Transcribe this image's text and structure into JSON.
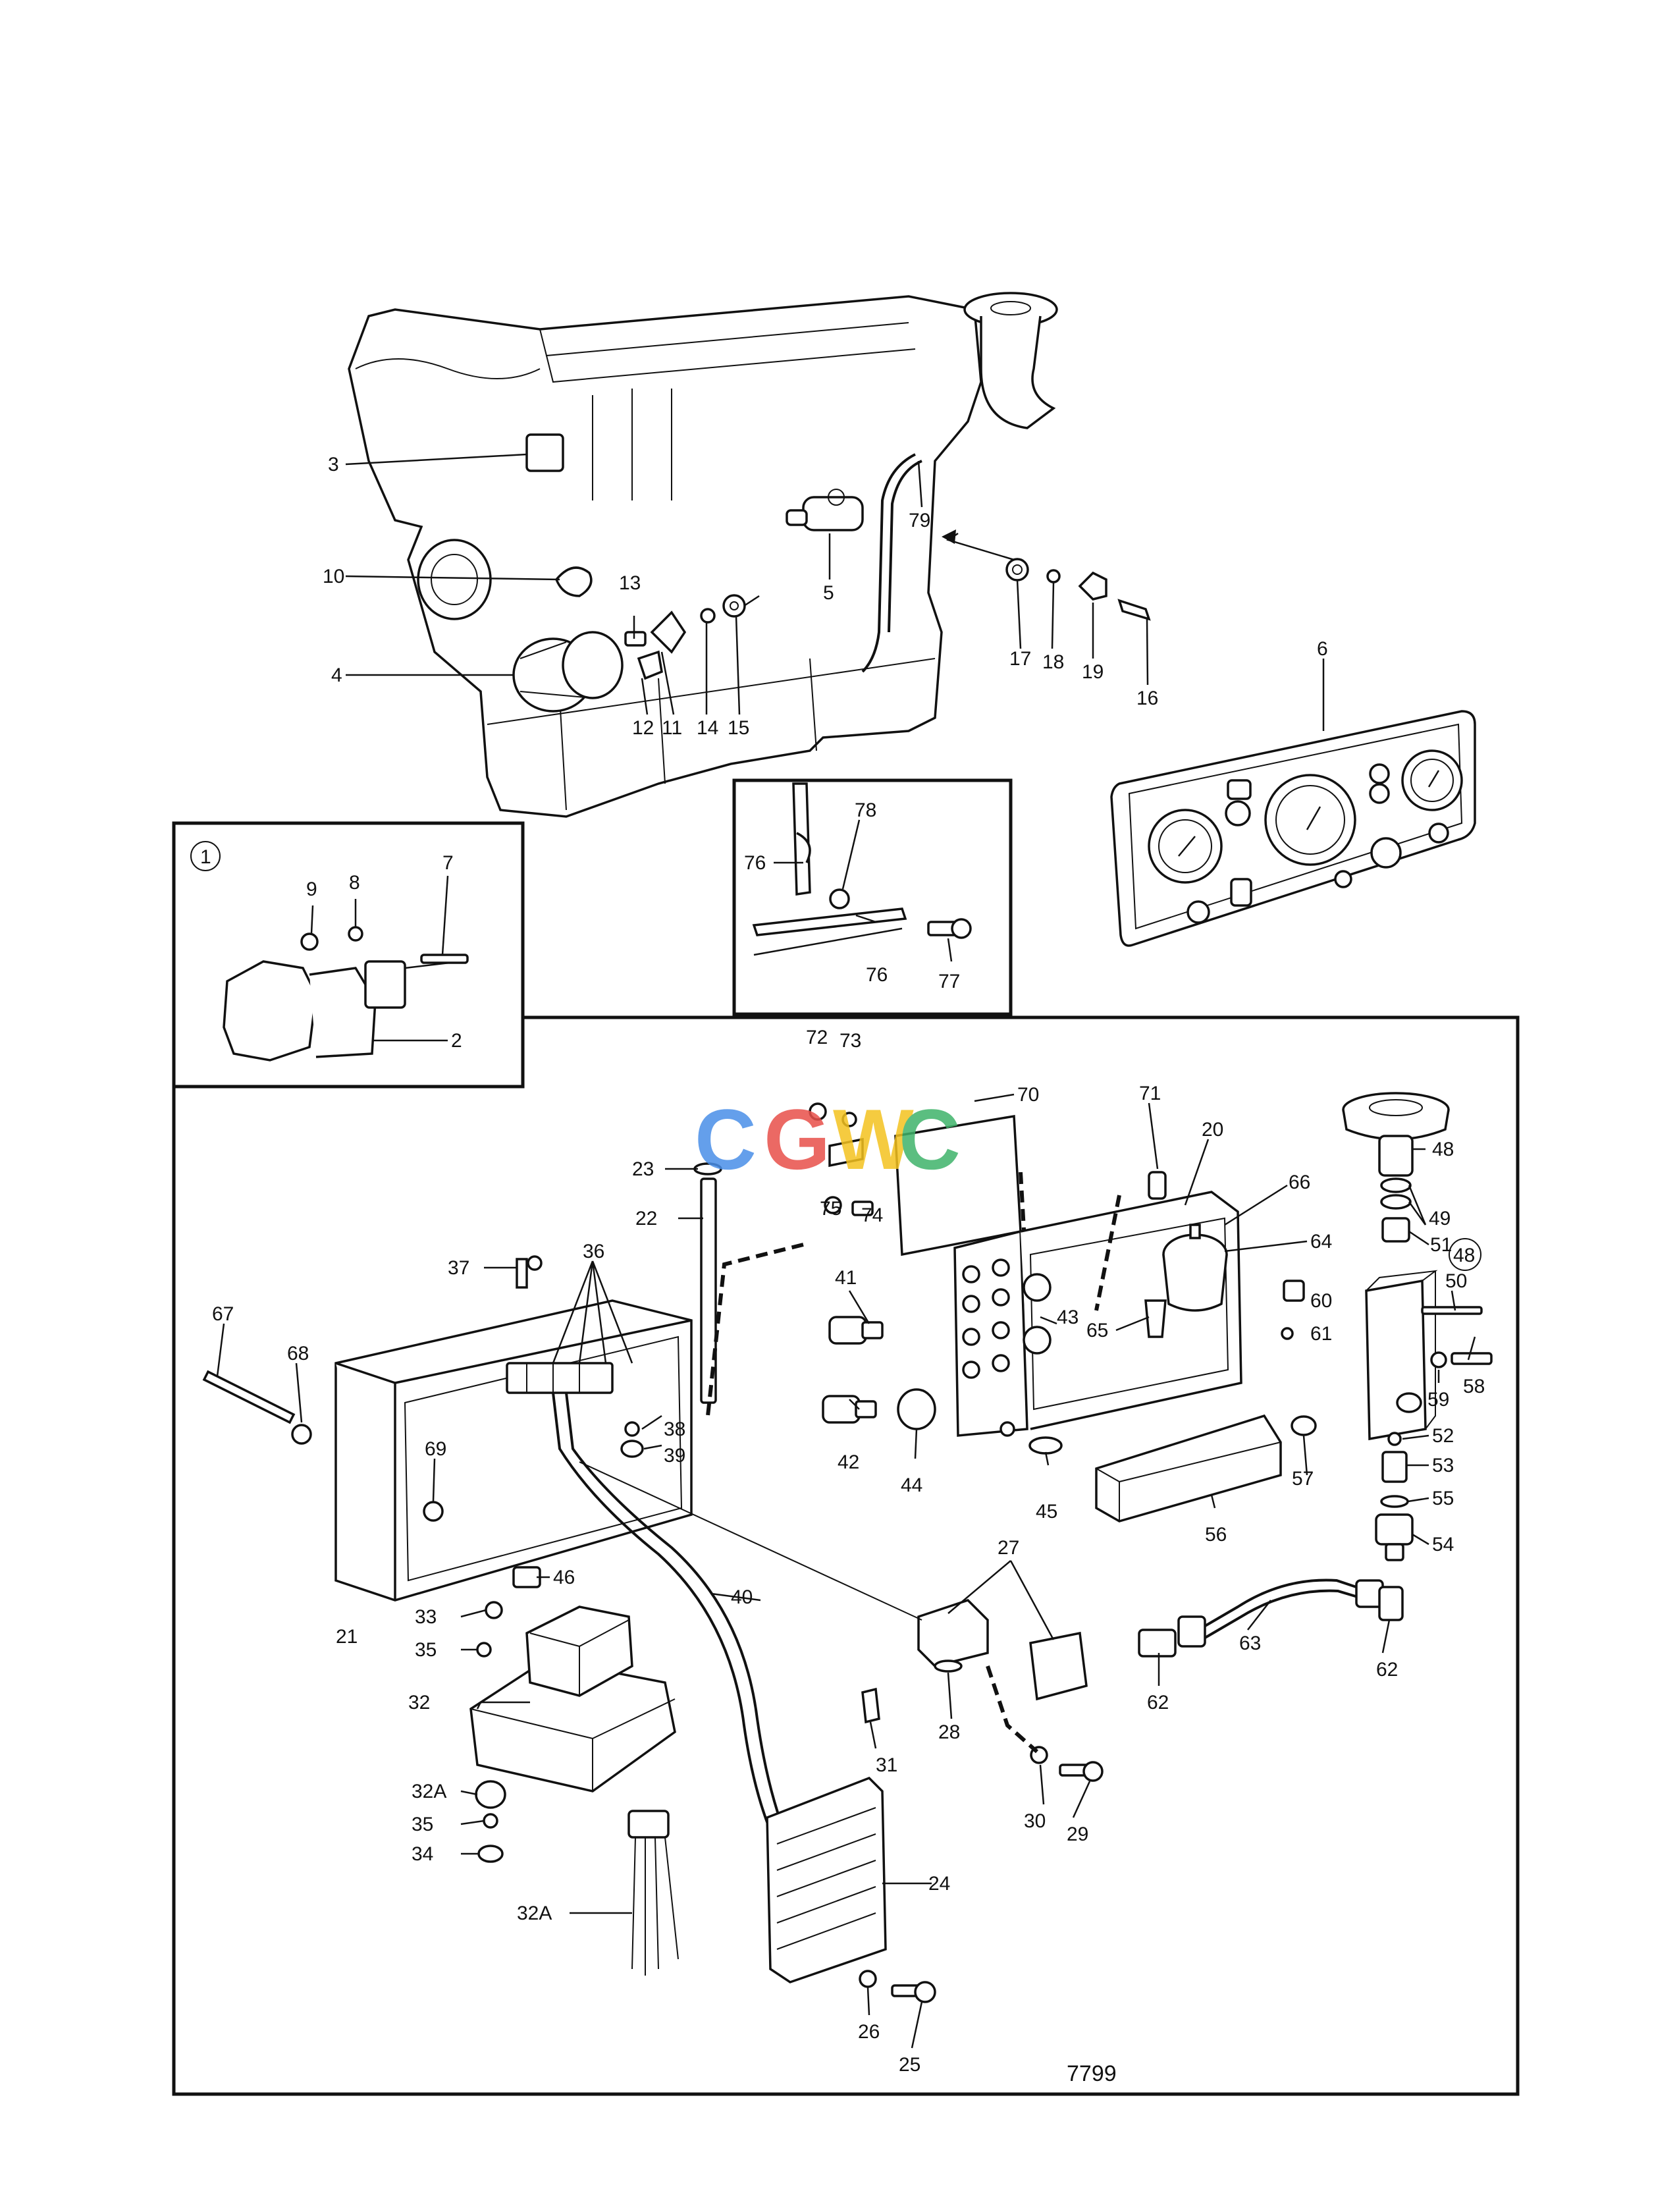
{
  "diagram": {
    "figure_number": "7799",
    "watermark": {
      "letters": [
        "C",
        "G",
        "W",
        "C"
      ],
      "colors": [
        "#4a8fe8",
        "#e8504a",
        "#f4c21f",
        "#3fb36a"
      ]
    },
    "detail_markers": [
      "1",
      "48"
    ],
    "labels": [
      "1",
      "2",
      "3",
      "4",
      "5",
      "6",
      "7",
      "8",
      "9",
      "10",
      "11",
      "12",
      "13",
      "14",
      "15",
      "16",
      "17",
      "18",
      "19",
      "20",
      "21",
      "22",
      "23",
      "24",
      "25",
      "26",
      "27",
      "28",
      "29",
      "30",
      "31",
      "32",
      "32A",
      "33",
      "34",
      "35",
      "36",
      "37",
      "38",
      "39",
      "40",
      "41",
      "42",
      "43",
      "44",
      "45",
      "46",
      "47",
      "48",
      "49",
      "50",
      "51",
      "52",
      "53",
      "54",
      "55",
      "56",
      "57",
      "58",
      "59",
      "60",
      "61",
      "62",
      "63",
      "64",
      "65",
      "66",
      "67",
      "68",
      "69",
      "70",
      "71",
      "72",
      "73",
      "74",
      "75",
      "76",
      "77",
      "78",
      "79",
      "80"
    ]
  }
}
